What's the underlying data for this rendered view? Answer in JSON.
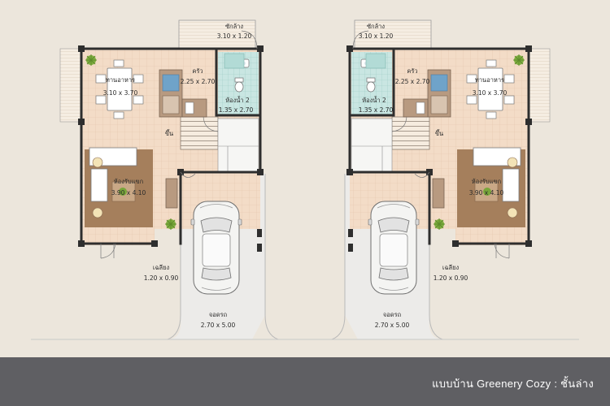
{
  "caption": "แบบบ้าน Greenery Cozy : ชั้นล่าง",
  "plans": [
    {
      "rooms": {
        "laundry": {
          "name": "ซักล้าง",
          "size": "3.10 x 1.20"
        },
        "dining": {
          "name": "ทานอาหาร",
          "size": "3.10 x 3.70"
        },
        "kitchen": {
          "name": "ครัว",
          "size": "2.25 x 2.70"
        },
        "bath": {
          "name": "ห้องน้ำ 2",
          "size": "1.35 x 2.70"
        },
        "stair": {
          "name": "ขึ้น"
        },
        "living": {
          "name": "ห้องรับแขก",
          "size": "3.90 x 4.10"
        },
        "porch": {
          "name": "เฉลียง",
          "size": "1.20 x 0.90"
        },
        "carport": {
          "name": "จอดรถ",
          "size": "2.70 x 5.00"
        }
      }
    },
    {
      "rooms": {
        "laundry": {
          "name": "ซักล้าง",
          "size": "3.10 x 1.20"
        },
        "dining": {
          "name": "ทานอาหาร",
          "size": "3.10 x 3.70"
        },
        "kitchen": {
          "name": "ครัว",
          "size": "2.25 x 2.70"
        },
        "bath": {
          "name": "ห้องน้ำ 2",
          "size": "1.35 x 2.70"
        },
        "stair": {
          "name": "ขึ้น"
        },
        "living": {
          "name": "ห้องรับแขก",
          "size": "3.90 x 4.10"
        },
        "porch": {
          "name": "เฉลียง",
          "size": "1.20 x 0.90"
        },
        "carport": {
          "name": "จอดรถ",
          "size": "2.70 x 5.00"
        }
      }
    }
  ]
}
